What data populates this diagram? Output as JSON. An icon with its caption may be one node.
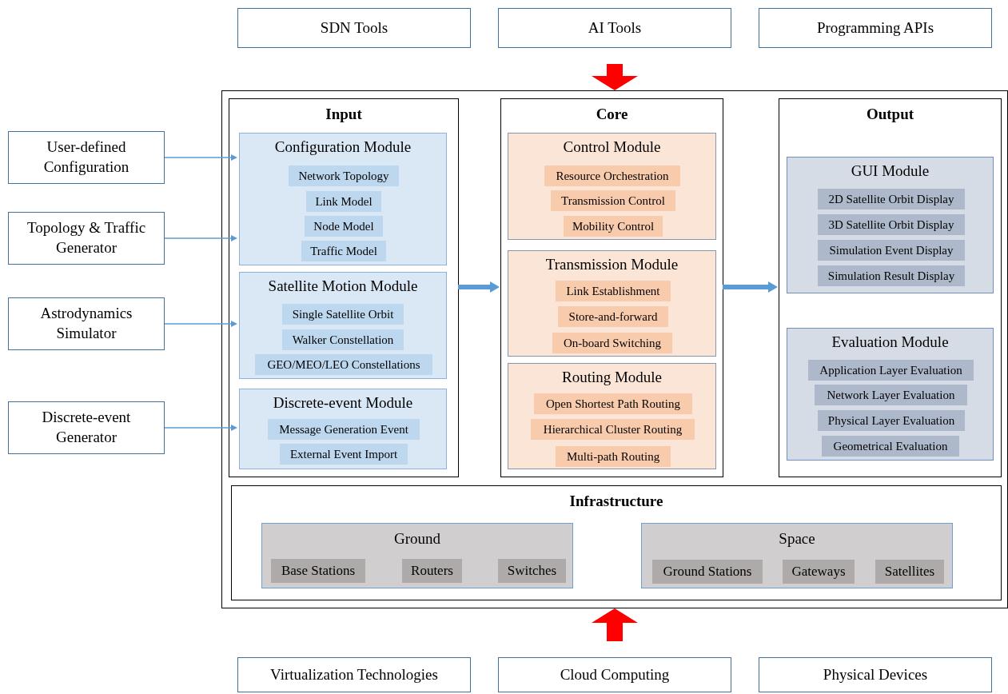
{
  "diagram": {
    "nodes": [
      {
        "text": [
          "SDN Tools"
        ]
      },
      {
        "text": [
          "AI Tools"
        ]
      },
      {
        "text": [
          "Programming APIs"
        ]
      },
      {
        "text": [
          "User-defined Configuration"
        ]
      },
      {
        "text": [
          "Topology & Traffic Generator"
        ]
      },
      {
        "text": [
          "Astrodynamics Simulator"
        ]
      },
      {
        "text": [
          "Discrete-event Generator"
        ]
      },
      {
        "text": [],
        "shape": "box"
      },
      {
        "text": [
          "Input"
        ],
        "in": 7
      },
      {
        "text": [
          "Configuration Module"
        ],
        "in": 8
      },
      {
        "text": [
          "Network Topology"
        ],
        "in": 9
      },
      {
        "text": [
          "Link Model"
        ],
        "in": 9
      },
      {
        "text": [
          "Node Model"
        ],
        "in": 9
      },
      {
        "text": [
          "Traffic Model"
        ],
        "in": 9
      },
      {
        "text": [
          "Satellite Motion Module"
        ],
        "in": 8
      },
      {
        "text": [
          "Single Satellite Orbit"
        ],
        "in": 14
      },
      {
        "text": [
          "Walker Constellation"
        ],
        "in": 14
      },
      {
        "text": [
          "GEO/MEO/LEO Constellations"
        ],
        "in": 14
      },
      {
        "text": [
          "Discrete-event Module"
        ],
        "in": 8
      },
      {
        "text": [
          "Message Generation Event"
        ],
        "in": 18
      },
      {
        "text": [
          "External Event Import"
        ],
        "in": 18
      },
      {
        "text": [
          "Core"
        ],
        "in": 7
      },
      {
        "text": [
          "Control Module"
        ],
        "in": 21
      },
      {
        "text": [
          "Resource Orchestration"
        ],
        "in": 22
      },
      {
        "text": [
          "Transmission Control"
        ],
        "in": 22
      },
      {
        "text": [
          "Mobility Control"
        ],
        "in": 22
      },
      {
        "text": [
          "Transmission Module"
        ],
        "in": 21
      },
      {
        "text": [
          "Link Establishment"
        ],
        "in": 26
      },
      {
        "text": [
          "Store-and-forward"
        ],
        "in": 26
      },
      {
        "text": [
          "On-board Switching"
        ],
        "in": 26
      },
      {
        "text": [
          "Routing Module"
        ],
        "in": 21
      },
      {
        "text": [
          "Open Shortest Path Routing"
        ],
        "in": 30
      },
      {
        "text": [
          "Hierarchical Cluster Routing"
        ],
        "in": 30
      },
      {
        "text": [
          "Multi-path Routing"
        ],
        "in": 30
      },
      {
        "text": [
          "Output"
        ],
        "in": 7
      },
      {
        "text": [
          "GUI Module"
        ],
        "in": 34
      },
      {
        "text": [
          "2D Satellite Orbit Display"
        ],
        "in": 35
      },
      {
        "text": [
          "3D Satellite Orbit Display"
        ],
        "in": 35
      },
      {
        "text": [
          "Simulation Event Display"
        ],
        "in": 35
      },
      {
        "text": [
          "Simulation Result Display"
        ],
        "in": 35
      },
      {
        "text": [
          "Evaluation Module"
        ],
        "in": 34
      },
      {
        "text": [
          "Application Layer Evaluation"
        ],
        "in": 40
      },
      {
        "text": [
          "Network Layer Evaluation"
        ],
        "in": 40
      },
      {
        "text": [
          "Physical Layer Evaluation"
        ],
        "in": 40
      },
      {
        "text": [
          "Geometrical Evaluation"
        ],
        "in": 40
      },
      {
        "text": [
          "Infrastructure"
        ],
        "in": 7
      },
      {
        "text": [
          "Ground"
        ],
        "in": 45
      },
      {
        "text": [
          "Base Stations"
        ],
        "in": 46
      },
      {
        "text": [
          "Routers"
        ],
        "in": 46
      },
      {
        "text": [
          "Switches"
        ],
        "in": 46
      },
      {
        "text": [
          "Space"
        ],
        "in": 45
      },
      {
        "text": [
          "Ground Stations"
        ],
        "in": 50
      },
      {
        "text": [
          "Gateways"
        ],
        "in": 50
      },
      {
        "text": [
          "Satellites"
        ],
        "in": 50
      },
      {
        "text": [
          "Virtualization Technologies"
        ]
      },
      {
        "text": [
          "Cloud Computing"
        ]
      },
      {
        "text": [
          "Physical Devices"
        ]
      }
    ],
    "edges": [
      {
        "from": null,
        "to": 7,
        "arrow": "to",
        "style": "thick",
        "color": "#ff0000"
      },
      {
        "from": null,
        "to": 7,
        "arrow": "to",
        "style": "thick",
        "color": "#ff0000"
      },
      {
        "from": 3,
        "to": 9,
        "arrow": "to",
        "color": "#5b9bd5"
      },
      {
        "from": 4,
        "to": 9,
        "arrow": "to",
        "color": "#5b9bd5"
      },
      {
        "from": 5,
        "to": 14,
        "arrow": "to",
        "color": "#5b9bd5"
      },
      {
        "from": 6,
        "to": 18,
        "arrow": "to",
        "color": "#5b9bd5"
      },
      {
        "from": 8,
        "to": 21,
        "arrow": "to",
        "style": "thick",
        "color": "#5b9bd5"
      },
      {
        "from": 21,
        "to": 34,
        "arrow": "to",
        "style": "thick",
        "color": "#5b9bd5"
      }
    ]
  }
}
